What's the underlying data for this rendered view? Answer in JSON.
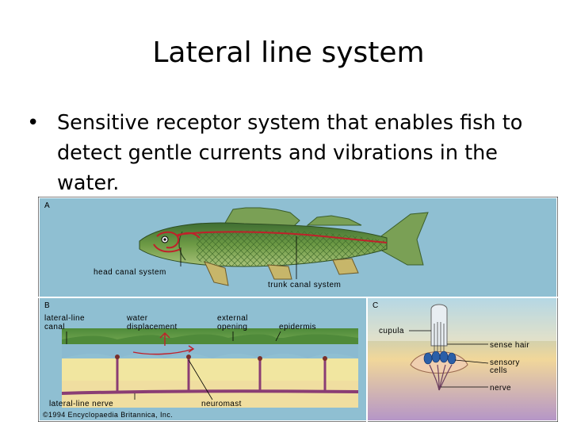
{
  "slide": {
    "title": "Lateral line system",
    "bullet": "Sensitive receptor system that enables fish to detect gentle currents and vibrations in the water."
  },
  "figure": {
    "panel_a": {
      "letter": "A",
      "labels": {
        "head_canal": "head canal system",
        "trunk_canal": "trunk canal system"
      }
    },
    "panel_b": {
      "letter": "B",
      "labels": {
        "lateral_line_canal_1": "lateral-line",
        "lateral_line_canal_2": "canal",
        "water_disp_1": "water",
        "water_disp_2": "displacement",
        "external_opening_1": "external",
        "external_opening_2": "opening",
        "epidermis": "epidermis",
        "lateral_line_nerve": "lateral-line nerve",
        "neuromast": "neuromast"
      }
    },
    "panel_c": {
      "letter": "C",
      "labels": {
        "cupula": "cupula",
        "sense_hair": "sense hair",
        "sensory_cells_1": "sensory",
        "sensory_cells_2": "cells",
        "nerve": "nerve"
      }
    },
    "copyright": "©1994 Encyclopaedia Britannica, Inc."
  },
  "colors": {
    "panel_bg": "#8fbfd2",
    "fish_green": "#5f8a3e",
    "canal_red": "#c0202a",
    "dermis_yellow": "#f1e6a0",
    "nerve_purple": "#8a3d74"
  }
}
